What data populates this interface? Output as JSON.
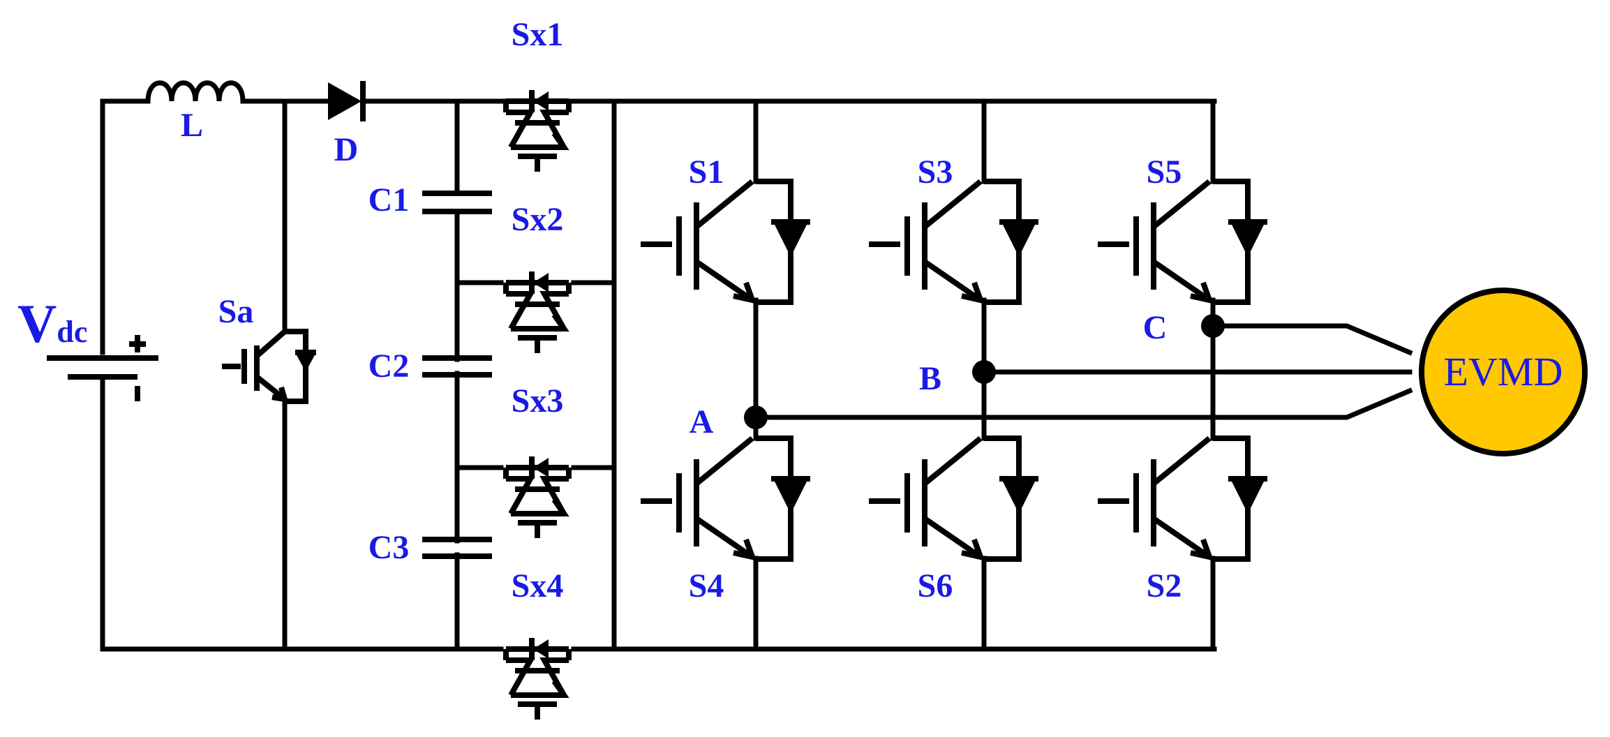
{
  "labels": {
    "vdc_main": "V",
    "vdc_sub": "dc",
    "plus": "+",
    "minus": "-",
    "inductor": "L",
    "diode": "D",
    "aux_switch": "Sa",
    "c1": "C1",
    "c2": "C2",
    "c3": "C3",
    "sx1": "Sx1",
    "sx2": "Sx2",
    "sx3": "Sx3",
    "sx4": "Sx4",
    "s1": "S1",
    "s3": "S3",
    "s5": "S5",
    "s4": "S4",
    "s6": "S6",
    "s2": "S2",
    "node_a": "A",
    "node_b": "B",
    "node_c": "C",
    "motor": "EVMD"
  },
  "colors": {
    "label": "#1a1ae6",
    "wire": "#000000",
    "motor_fill": "#ffc800"
  }
}
